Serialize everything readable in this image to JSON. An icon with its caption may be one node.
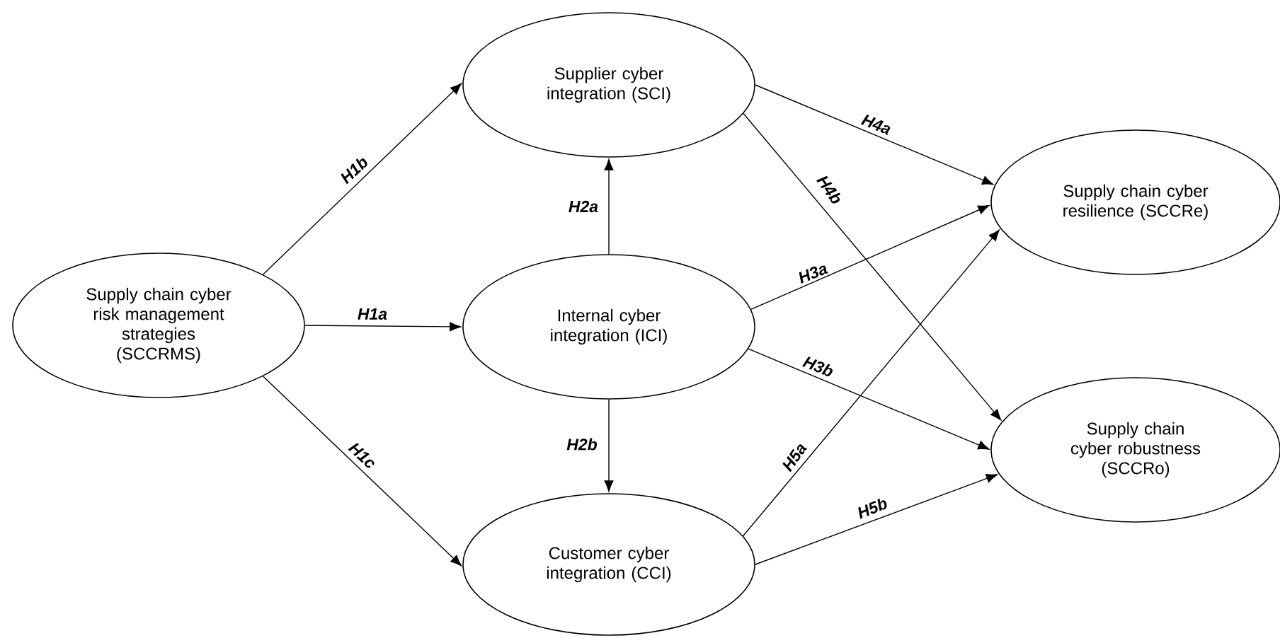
{
  "diagram": {
    "nodes": [
      {
        "text": [
          "Supply chain cyber risk management strategies (SCCRMS)"
        ]
      },
      {
        "text": [
          "Supplier cyber integration (SCI)"
        ]
      },
      {
        "text": [
          "Internal cyber integration (ICI)"
        ]
      },
      {
        "text": [
          "Customer cyber integration (CCI)"
        ]
      },
      {
        "text": [
          "Supply chain cyber resilience (SCCRe)"
        ]
      },
      {
        "text": [
          "Supply chain cyber robustness (SCCRo)"
        ]
      }
    ],
    "edges": [
      {
        "from": 0,
        "to": 1,
        "arrow": "to",
        "label": "H1b"
      },
      {
        "from": 0,
        "to": 2,
        "arrow": "to",
        "label": "H1a"
      },
      {
        "from": 0,
        "to": 3,
        "arrow": "to",
        "label": "H1c"
      },
      {
        "from": 2,
        "to": 1,
        "arrow": "to",
        "label": "H2a"
      },
      {
        "from": 2,
        "to": 3,
        "arrow": "to",
        "label": "H2b"
      },
      {
        "from": 2,
        "to": 4,
        "arrow": "to",
        "label": "H3a"
      },
      {
        "from": 2,
        "to": 5,
        "arrow": "to",
        "label": "H3b"
      },
      {
        "from": 1,
        "to": 4,
        "arrow": "to",
        "label": "H4a"
      },
      {
        "from": 1,
        "to": 5,
        "arrow": "to",
        "label": "H4b"
      },
      {
        "from": 3,
        "to": 4,
        "arrow": "to",
        "label": "H5a"
      },
      {
        "from": 3,
        "to": 5,
        "arrow": "to",
        "label": "H5b"
      }
    ]
  }
}
